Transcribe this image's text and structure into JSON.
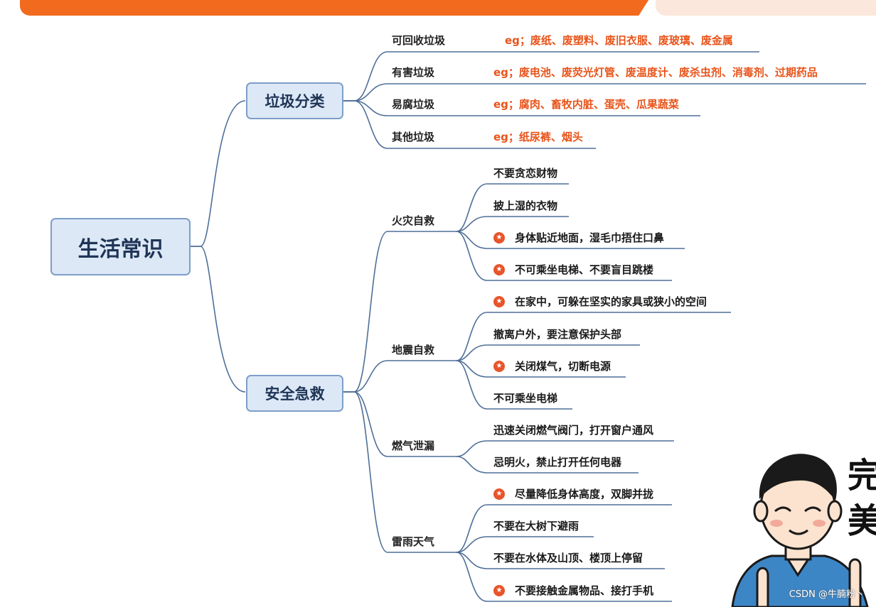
{
  "root": "生活常识",
  "branches": [
    {
      "label": "垃圾分类",
      "children": [
        {
          "label": "可回收垃圾",
          "leaves": [
            {
              "text": "eg；废纸、废塑料、废旧衣服、废玻璃、废金属",
              "star": false,
              "eg": true
            }
          ]
        },
        {
          "label": "有害垃圾",
          "leaves": [
            {
              "text": "eg；废电池、废荧光灯管、废温度计、废杀虫剂、消毒剂、过期药品",
              "star": false,
              "eg": true
            }
          ]
        },
        {
          "label": "易腐垃圾",
          "leaves": [
            {
              "text": "eg；腐肉、畜牧内脏、蛋壳、瓜果蔬菜",
              "star": false,
              "eg": true
            }
          ]
        },
        {
          "label": "其他垃圾",
          "leaves": [
            {
              "text": "eg；纸尿裤、烟头",
              "star": false,
              "eg": true
            }
          ]
        }
      ]
    },
    {
      "label": "安全急救",
      "children": [
        {
          "label": "火灾自救",
          "leaves": [
            {
              "text": "不要贪恋财物",
              "star": false
            },
            {
              "text": "披上湿的衣物",
              "star": false
            },
            {
              "text": "身体贴近地面，湿毛巾捂住口鼻",
              "star": true
            },
            {
              "text": "不可乘坐电梯、不要盲目跳楼",
              "star": true
            }
          ]
        },
        {
          "label": "地震自救",
          "leaves": [
            {
              "text": "在家中，可躲在坚实的家具或狭小的空间",
              "star": true
            },
            {
              "text": "撤离户外，要注意保护头部",
              "star": false
            },
            {
              "text": "关闭煤气，切断电源",
              "star": true
            },
            {
              "text": "不可乘坐电梯",
              "star": false
            }
          ]
        },
        {
          "label": "燃气泄漏",
          "leaves": [
            {
              "text": "迅速关闭燃气阀门，打开窗户通风",
              "star": false
            },
            {
              "text": "忌明火，禁止打开任何电器",
              "star": false
            }
          ]
        },
        {
          "label": "雷雨天气",
          "leaves": [
            {
              "text": "尽量降低身体高度，双脚并拢",
              "star": true
            },
            {
              "text": "不要在大树下避雨",
              "star": false
            },
            {
              "text": "不要在水体及山顶、楼顶上停留",
              "star": false
            },
            {
              "text": "不要接触金属物品、接打手机",
              "star": true
            }
          ]
        }
      ]
    }
  ],
  "side_text": [
    "完",
    "美"
  ],
  "watermark": "CSDN @牛腩粉丶",
  "colors": {
    "line": "#4f6f99",
    "box_fill": "#dde8f7",
    "box_border": "#7d9ec9",
    "eg_text": "#e8541a",
    "star": "#e8542a",
    "top_band": "#f26a1e"
  }
}
